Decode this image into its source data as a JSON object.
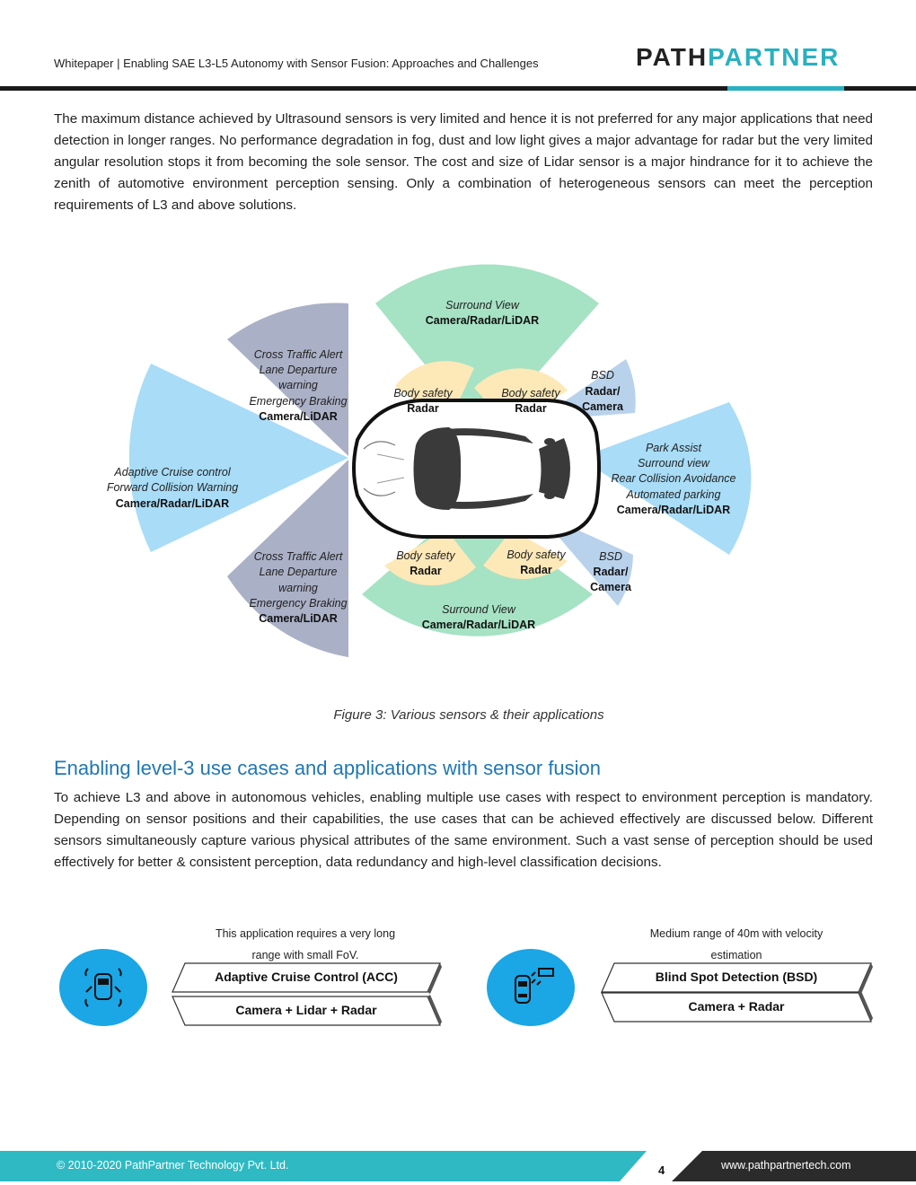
{
  "header": {
    "title": "Whitepaper | Enabling SAE L3-L5 Autonomy with Sensor Fusion: Approaches and Challenges",
    "logo_part1": "PATH",
    "logo_part2": "PARTNER"
  },
  "intro_paragraph": "The maximum distance achieved by Ultrasound sensors is very limited and hence it is not preferred for any major applications that need detection in longer ranges. No performance degradation in fog, dust and low light gives a major advantage for radar but the very limited angular resolution stops it from becoming the sole sensor. The cost and size of Lidar sensor is a major hindrance for it to achieve the zenith of automotive environment perception sensing. Only a combination of heterogeneous sensors can meet the perception requirements of L3 and above solutions.",
  "figure": {
    "caption": "Figure 3: Various sensors & their applications",
    "front_long": {
      "lines": [
        "Adaptive Cruise control",
        "Forward Collision Warning"
      ],
      "sensors": "Camera/Radar/LiDAR"
    },
    "cross_traffic_top": {
      "lines": [
        "Cross Traffic Alert",
        "Lane Departure",
        "warning",
        "Emergency Braking"
      ],
      "sensors": "Camera/LiDAR"
    },
    "cross_traffic_bottom": {
      "lines": [
        "Cross Traffic Alert",
        "Lane Departure",
        "warning",
        "Emergency Braking"
      ],
      "sensors": "Camera/LiDAR"
    },
    "surround_top": {
      "lines": [
        "Surround View"
      ],
      "sensors": "Camera/Radar/LiDAR"
    },
    "surround_bottom": {
      "lines": [
        "Surround View"
      ],
      "sensors": "Camera/Radar/LiDAR"
    },
    "body_safety_tl": {
      "lines": [
        "Body safety"
      ],
      "sensors": "Radar"
    },
    "body_safety_tr": {
      "lines": [
        "Body safety"
      ],
      "sensors": "Radar"
    },
    "body_safety_bl": {
      "lines": [
        "Body safety"
      ],
      "sensors": "Radar"
    },
    "body_safety_br": {
      "lines": [
        "Body safety"
      ],
      "sensors": "Radar"
    },
    "bsd_top": {
      "lines": [
        "BSD"
      ],
      "sensors": [
        "Radar/",
        "Camera"
      ]
    },
    "bsd_bottom": {
      "lines": [
        "BSD"
      ],
      "sensors": [
        "Radar/",
        "Camera"
      ]
    },
    "rear": {
      "lines": [
        "Park Assist",
        "Surround view",
        "Rear Collision Avoidance",
        "Automated parking"
      ],
      "sensors": "Camera/Radar/LiDAR"
    }
  },
  "section": {
    "heading": "Enabling level-3 use cases and applications with sensor fusion",
    "paragraph": "To achieve L3 and above in autonomous vehicles, enabling multiple use cases with respect to environment perception is mandatory. Depending on sensor positions and their capabilities, the use cases that can be achieved effectively are discussed below. Different sensors simultaneously capture various physical attributes of the same environment.  Such a vast sense of perception should be used effectively for better & consistent perception, data redundancy and high-level classification decisions."
  },
  "use_cases": [
    {
      "note_line1": "This application requires a very long",
      "note_line2": "range with small FoV.",
      "name": "Adaptive Cruise Control (ACC)",
      "sensors": "Camera + Lidar + Radar",
      "icon": "car-sensors-icon"
    },
    {
      "note_line1": "Medium range of 40m with velocity",
      "note_line2": "estimation",
      "name": "Blind Spot Detection (BSD)",
      "sensors": "Camera + Radar",
      "icon": "blind-spot-car-icon"
    }
  ],
  "footer": {
    "copyright": "© 2010-2020 PathPartner Technology Pvt. Ltd.",
    "page_number": "4",
    "url": "www.pathpartnertech.com"
  },
  "colors": {
    "accent_teal": "#2ab0c0",
    "heading_blue": "#1f77b4",
    "icon_blue": "#1ba6e6",
    "sky_blue": "#a8dcf7",
    "mint_green": "#a6e2c4",
    "slate_gray": "#aab0c6",
    "cream": "#fde8b8",
    "light_blue": "#b9d2ec"
  }
}
